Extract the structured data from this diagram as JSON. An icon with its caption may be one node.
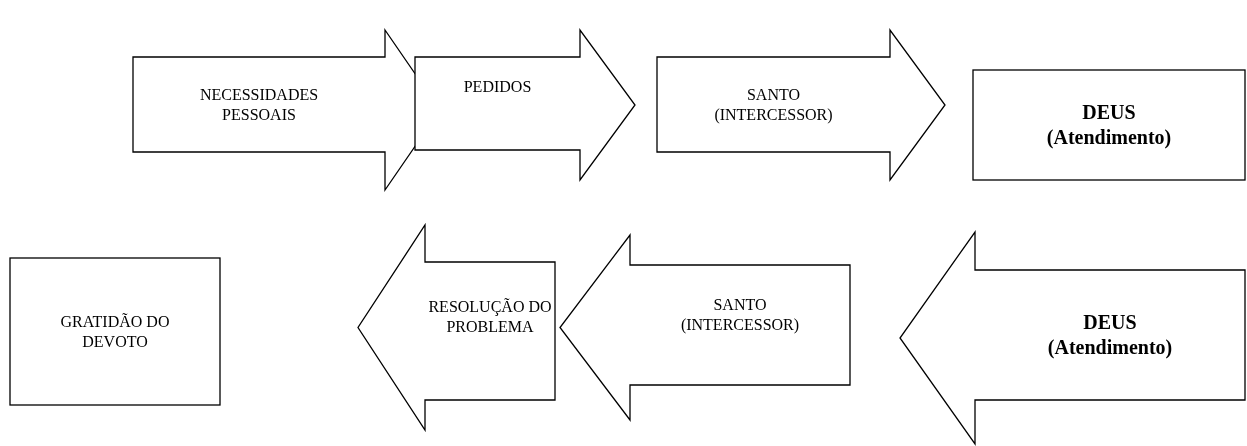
{
  "diagram": {
    "nodes": [
      {
        "text": [
          "NECESSIDADES PESSOAIS"
        ]
      },
      {
        "text": [
          "PEDIDOS"
        ]
      },
      {
        "text": [
          "SANTO (INTERCESSOR)"
        ]
      },
      {
        "text": [
          "DEUS (Atendimento)"
        ]
      },
      {
        "text": [
          "DEUS (Atendimento)"
        ]
      },
      {
        "text": [
          "SANTO (INTERCESSOR)"
        ]
      },
      {
        "text": [
          "RESOLUÇÃO DO PROBLEMA"
        ]
      },
      {
        "text": [
          "GRATIDÃO DO DEVOTO"
        ]
      }
    ]
  }
}
